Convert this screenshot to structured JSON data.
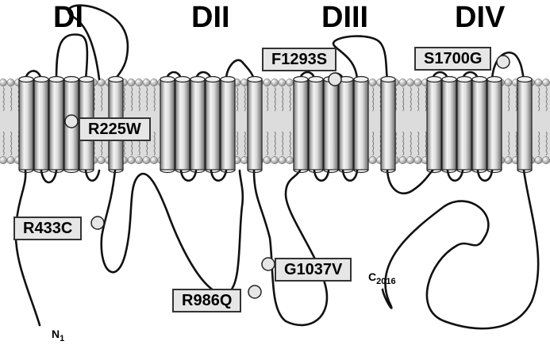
{
  "domains": [
    {
      "label": "DI"
    },
    {
      "label": "DII"
    },
    {
      "label": "DIII"
    },
    {
      "label": "DIV"
    }
  ],
  "mutations": [
    {
      "label": "F1293S"
    },
    {
      "label": "S1700G"
    },
    {
      "label": "R225W"
    },
    {
      "label": "R433C"
    },
    {
      "label": "G1037V"
    },
    {
      "label": "R986Q"
    }
  ],
  "termini": {
    "n": {
      "letter": "N",
      "number": "1"
    },
    "c": {
      "letter": "C",
      "number": "2016"
    }
  },
  "colors": {
    "membrane_band": "#dcdcdc",
    "helix_fill": "#e8e8e8",
    "label_box_fill": "#e6e6e6",
    "line": "#111111"
  }
}
